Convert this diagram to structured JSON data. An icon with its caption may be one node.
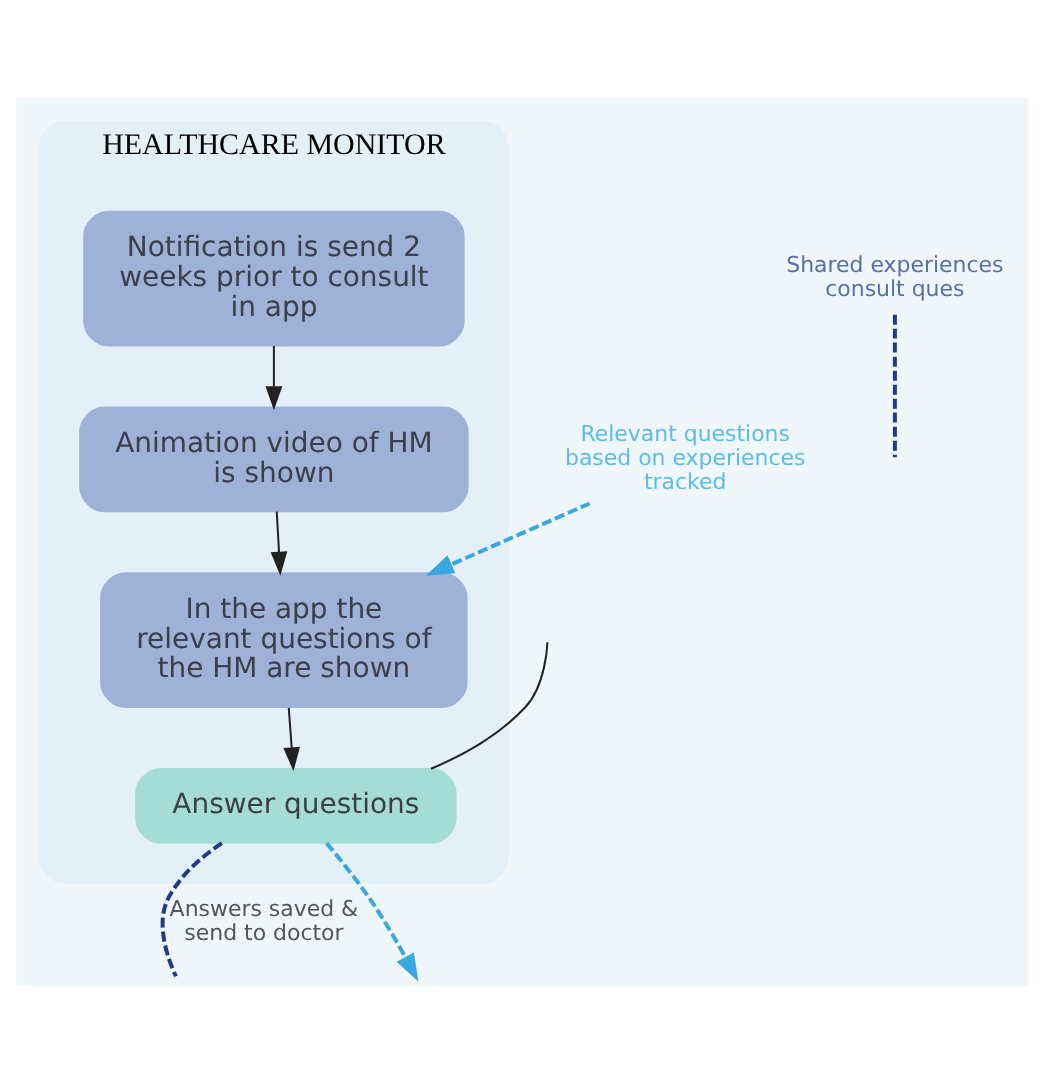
{
  "diagram": {
    "nodes": [
      {
        "text": [
          "HEALTHCARE MONITOR"
        ]
      },
      {
        "text": [
          "Notification is send 2 weeks prior to consult in app"
        ],
        "in": 0
      },
      {
        "text": [
          "Animation video of HM is shown"
        ],
        "in": 0
      },
      {
        "text": [
          "In the app the relevant questions of the HM are shown"
        ],
        "in": 0
      },
      {
        "text": [
          "Answer questions"
        ],
        "in": 0
      },
      {
        "text": [
          "Relevant questions based on experiences tracked"
        ]
      },
      {
        "text": [
          "Shared experiences consult ques"
        ]
      }
    ],
    "edges": [
      {
        "from": 1,
        "to": 2,
        "arrow": "to"
      },
      {
        "from": 2,
        "to": 3,
        "arrow": "to"
      },
      {
        "from": 3,
        "to": 4,
        "arrow": "to"
      },
      {
        "from": 5,
        "to": 3,
        "arrow": "to",
        "style": "dashed",
        "color": "#3aa8e0"
      },
      {
        "from": null,
        "to": 4,
        "arrow": "none"
      },
      {
        "from": 4,
        "to": null,
        "arrow": "none",
        "label": "Answers saved & send to doctor",
        "style": "dashed",
        "color": "#1f3a8a"
      },
      {
        "from": 4,
        "to": null,
        "arrow": "to",
        "style": "dashed",
        "color": "#3aa8e0"
      },
      {
        "from": 6,
        "to": null,
        "arrow": "none",
        "style": "dashed",
        "color": "#1f3a8a"
      }
    ]
  }
}
